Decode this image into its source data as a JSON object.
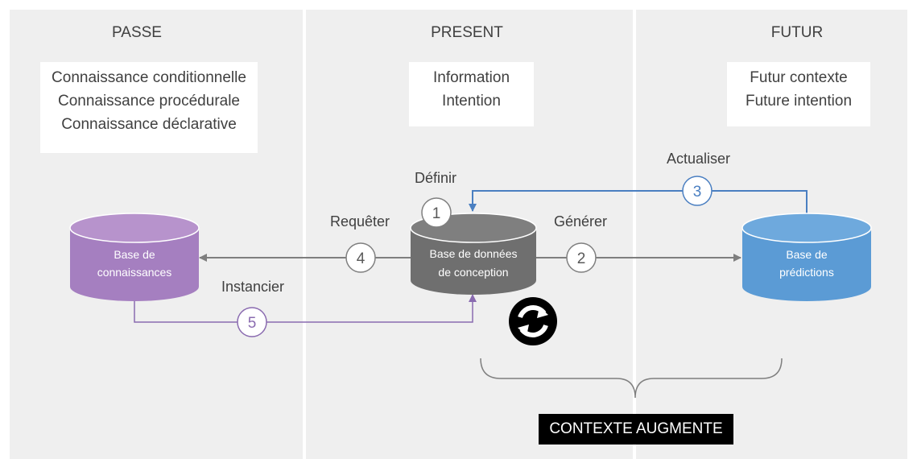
{
  "columns": [
    {
      "title": "PASSE",
      "lines": [
        "Connaissance conditionnelle",
        "Connaissance procédurale",
        "Connaissance déclarative"
      ]
    },
    {
      "title": "PRESENT",
      "lines": [
        "Information",
        "Intention"
      ]
    },
    {
      "title": "FUTUR",
      "lines": [
        "Futur contexte",
        "Future intention"
      ]
    }
  ],
  "databases": {
    "knowledge": {
      "line1": "Base de",
      "line2": "connaissances",
      "color": "#a57fc0"
    },
    "design": {
      "line1": "Base de données",
      "line2": "de conception",
      "color": "#6f6f6f"
    },
    "predictions": {
      "line1": "Base de",
      "line2": "prédictions",
      "color": "#5b9bd5"
    }
  },
  "steps": {
    "define": {
      "number": "1",
      "label": "Définir"
    },
    "generate": {
      "number": "2",
      "label": "Générer"
    },
    "update": {
      "number": "3",
      "label": "Actualiser"
    },
    "query": {
      "number": "4",
      "label": "Requêter"
    },
    "instantiate": {
      "number": "5",
      "label": "Instancier"
    }
  },
  "refresh_icon": "refresh-cycle-icon",
  "augmented_context_label": "CONTEXTE AUGMENTE"
}
